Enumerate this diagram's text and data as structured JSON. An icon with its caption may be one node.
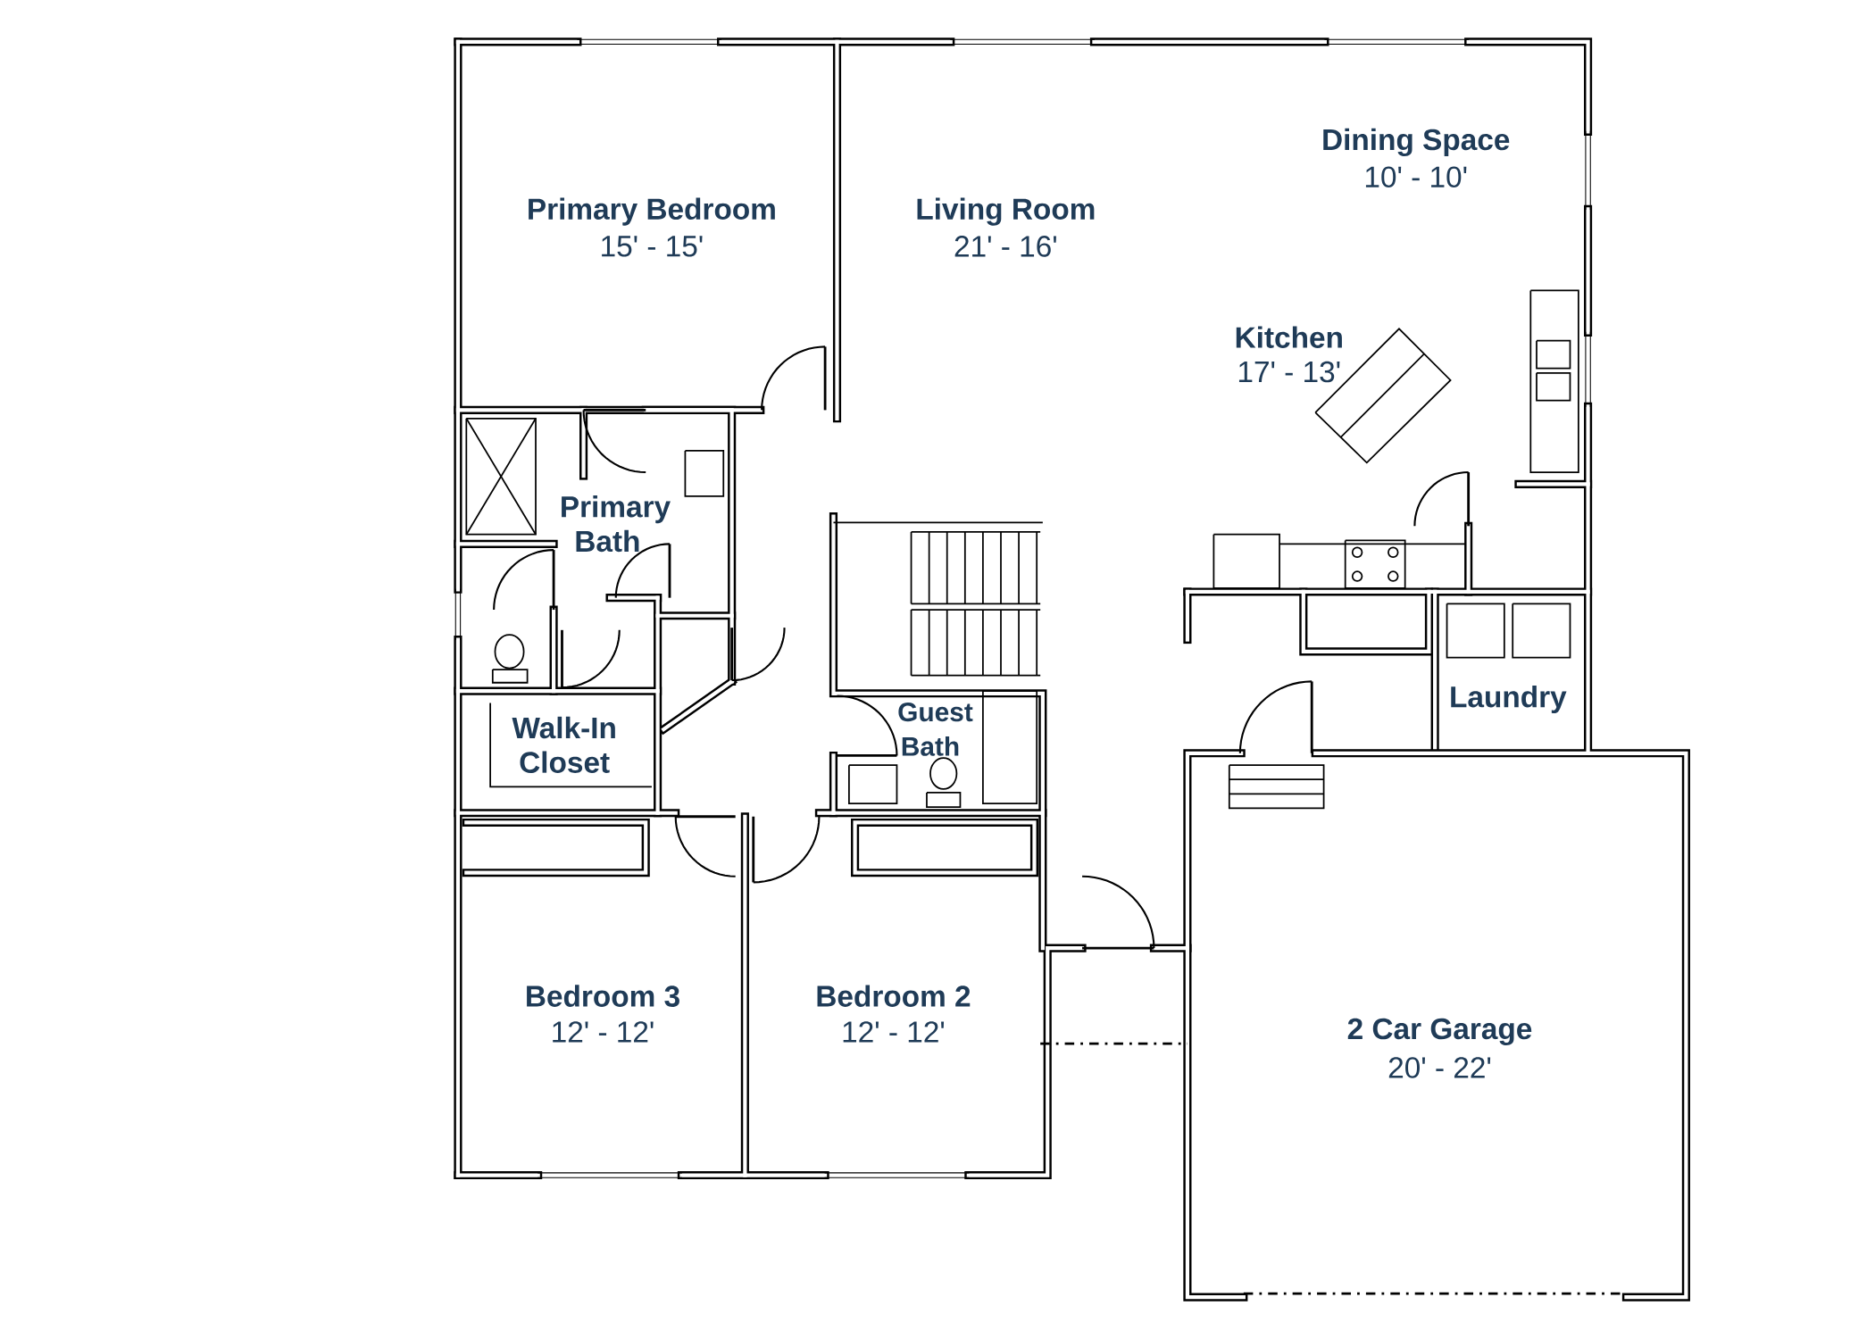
{
  "diagram": {
    "labels": [
      "Dining Space",
      "10' - 10'",
      "Primary Bedroom",
      "15' - 15'",
      "Living Room",
      "21' - 16'",
      "Kitchen",
      "17' - 13'",
      "Primary Bath",
      "Guest Bath",
      "Laundry",
      "Walk-In Closet",
      "Bedroom 3",
      "12' - 12'",
      "Bedroom 2",
      "12' - 12'",
      "2 Car Garage",
      "20' - 22'"
    ]
  }
}
